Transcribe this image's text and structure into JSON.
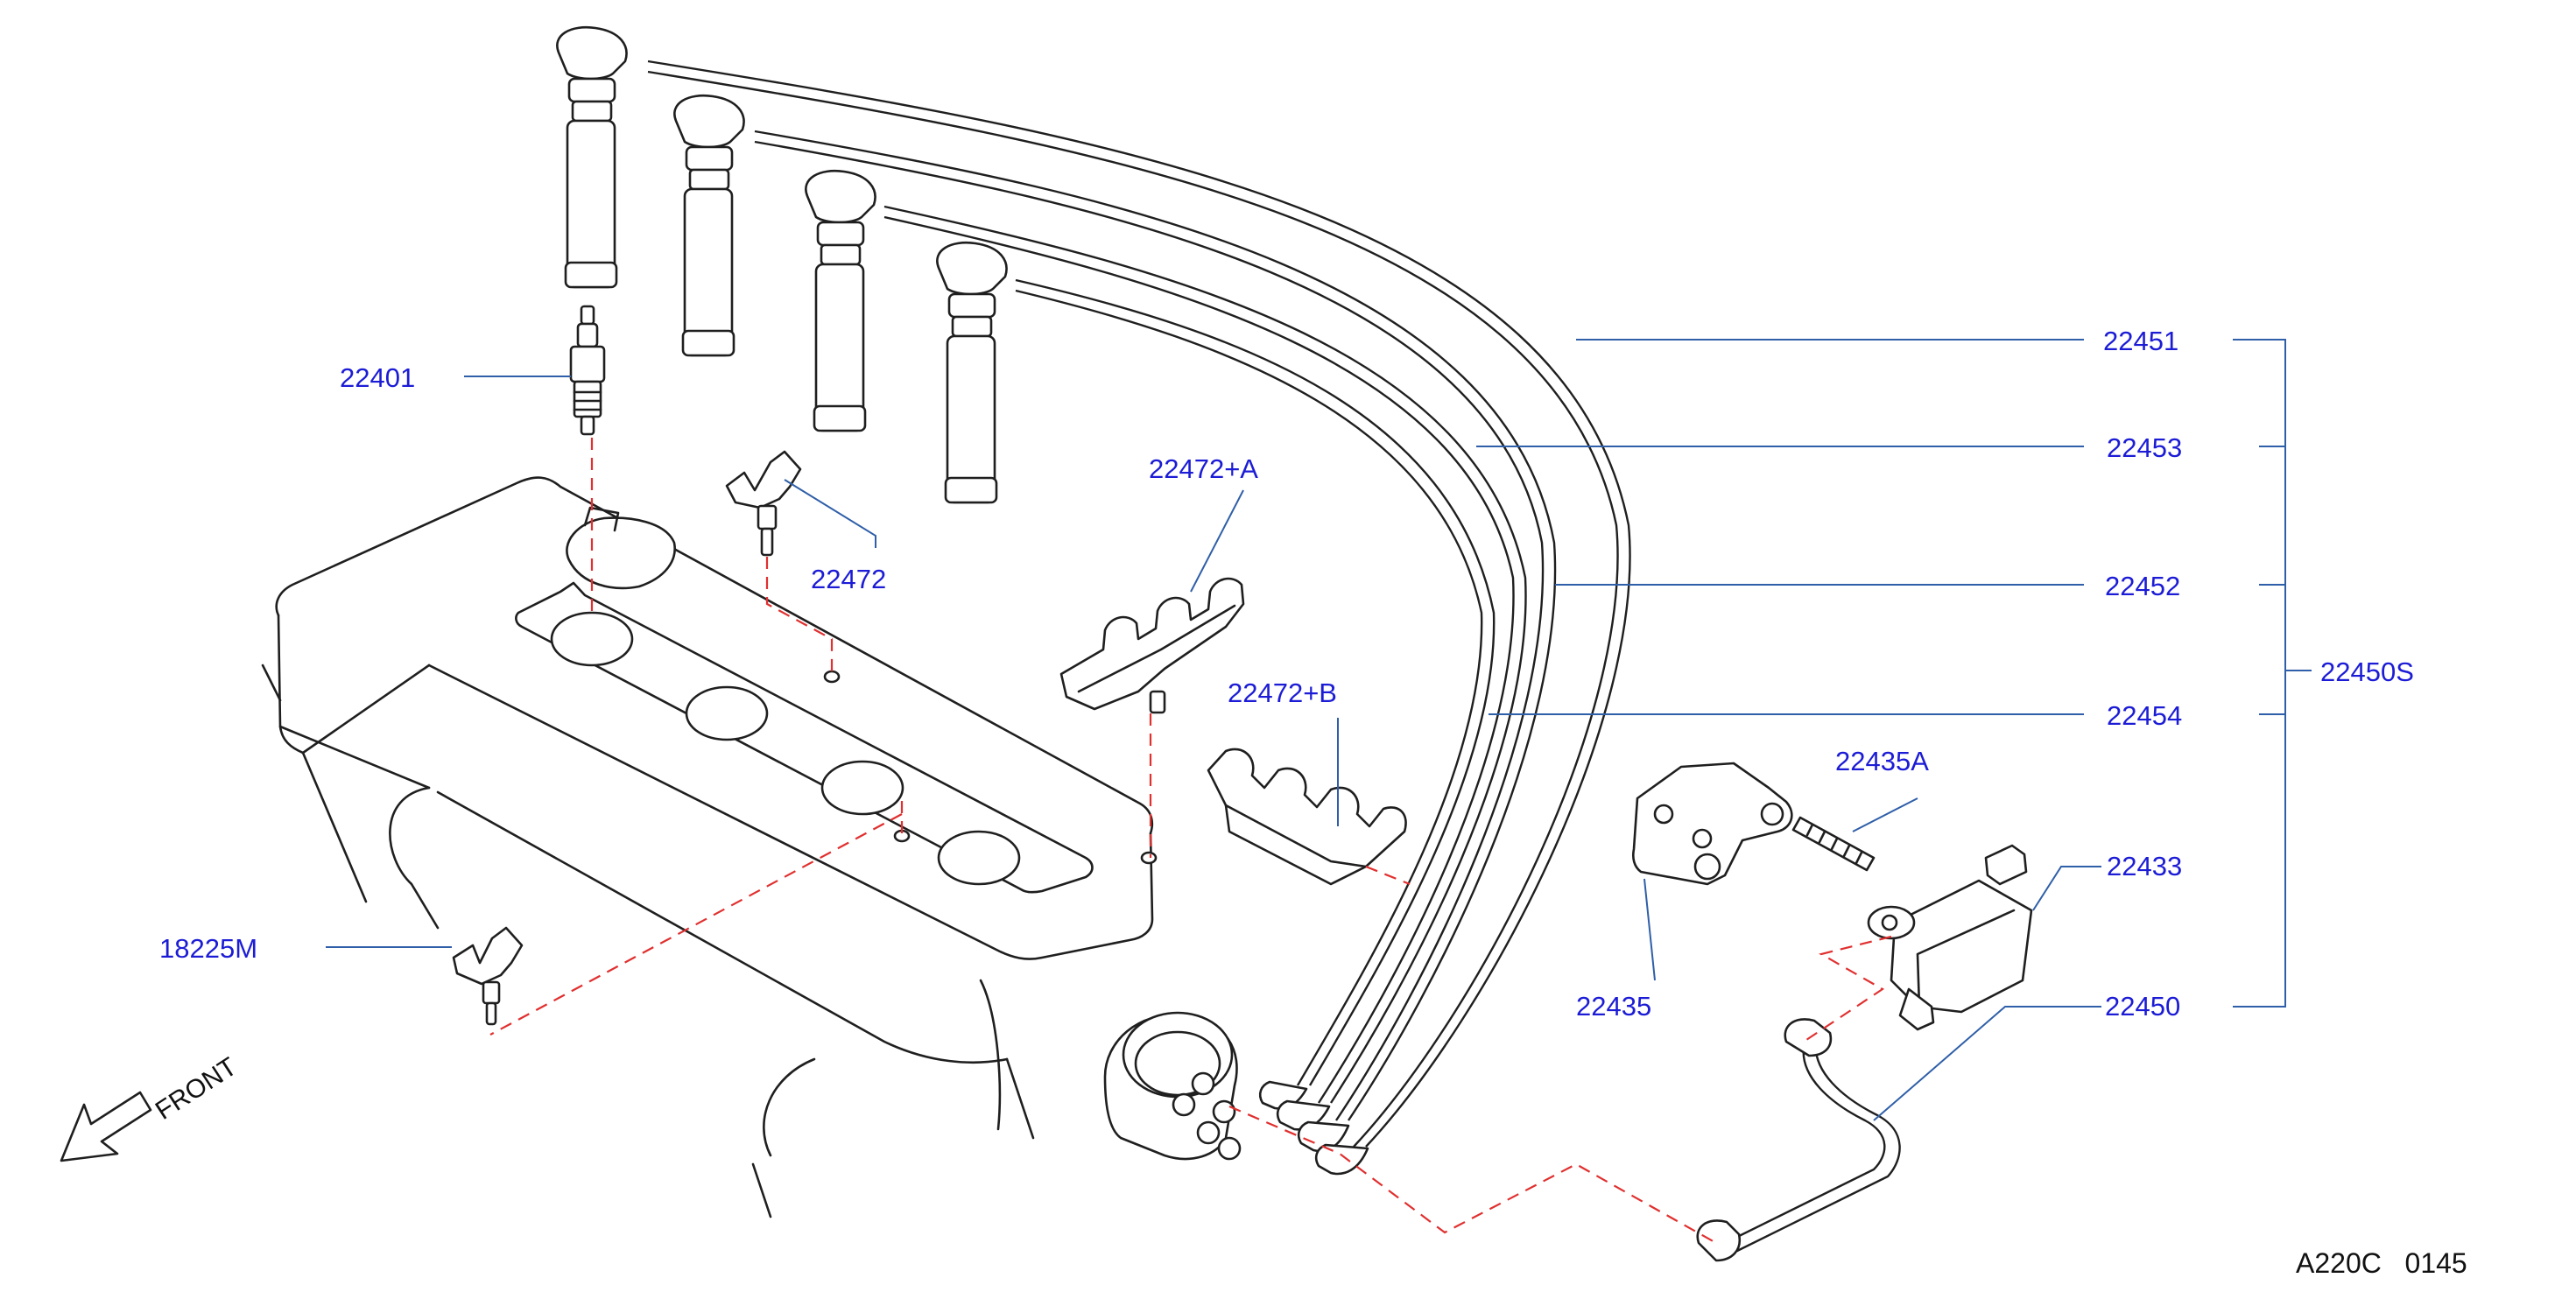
{
  "diagram_ref": "A220C   0145",
  "front_label": "FRONT",
  "colors": {
    "callout_text": "#1c1cd6",
    "leader_line": "#2f5fa8",
    "dashed_guide": "#e0302f",
    "drawing_line": "#1f1f1f"
  },
  "callouts": {
    "c22401": "22401",
    "c22472": "22472",
    "c22472A": "22472+A",
    "c22472B": "22472+B",
    "c18225M": "18225M",
    "c22435": "22435",
    "c22435A": "22435A",
    "c22451": "22451",
    "c22453": "22453",
    "c22452": "22452",
    "c22454": "22454",
    "c22433": "22433",
    "c22450": "22450",
    "c22450S": "22450S"
  }
}
